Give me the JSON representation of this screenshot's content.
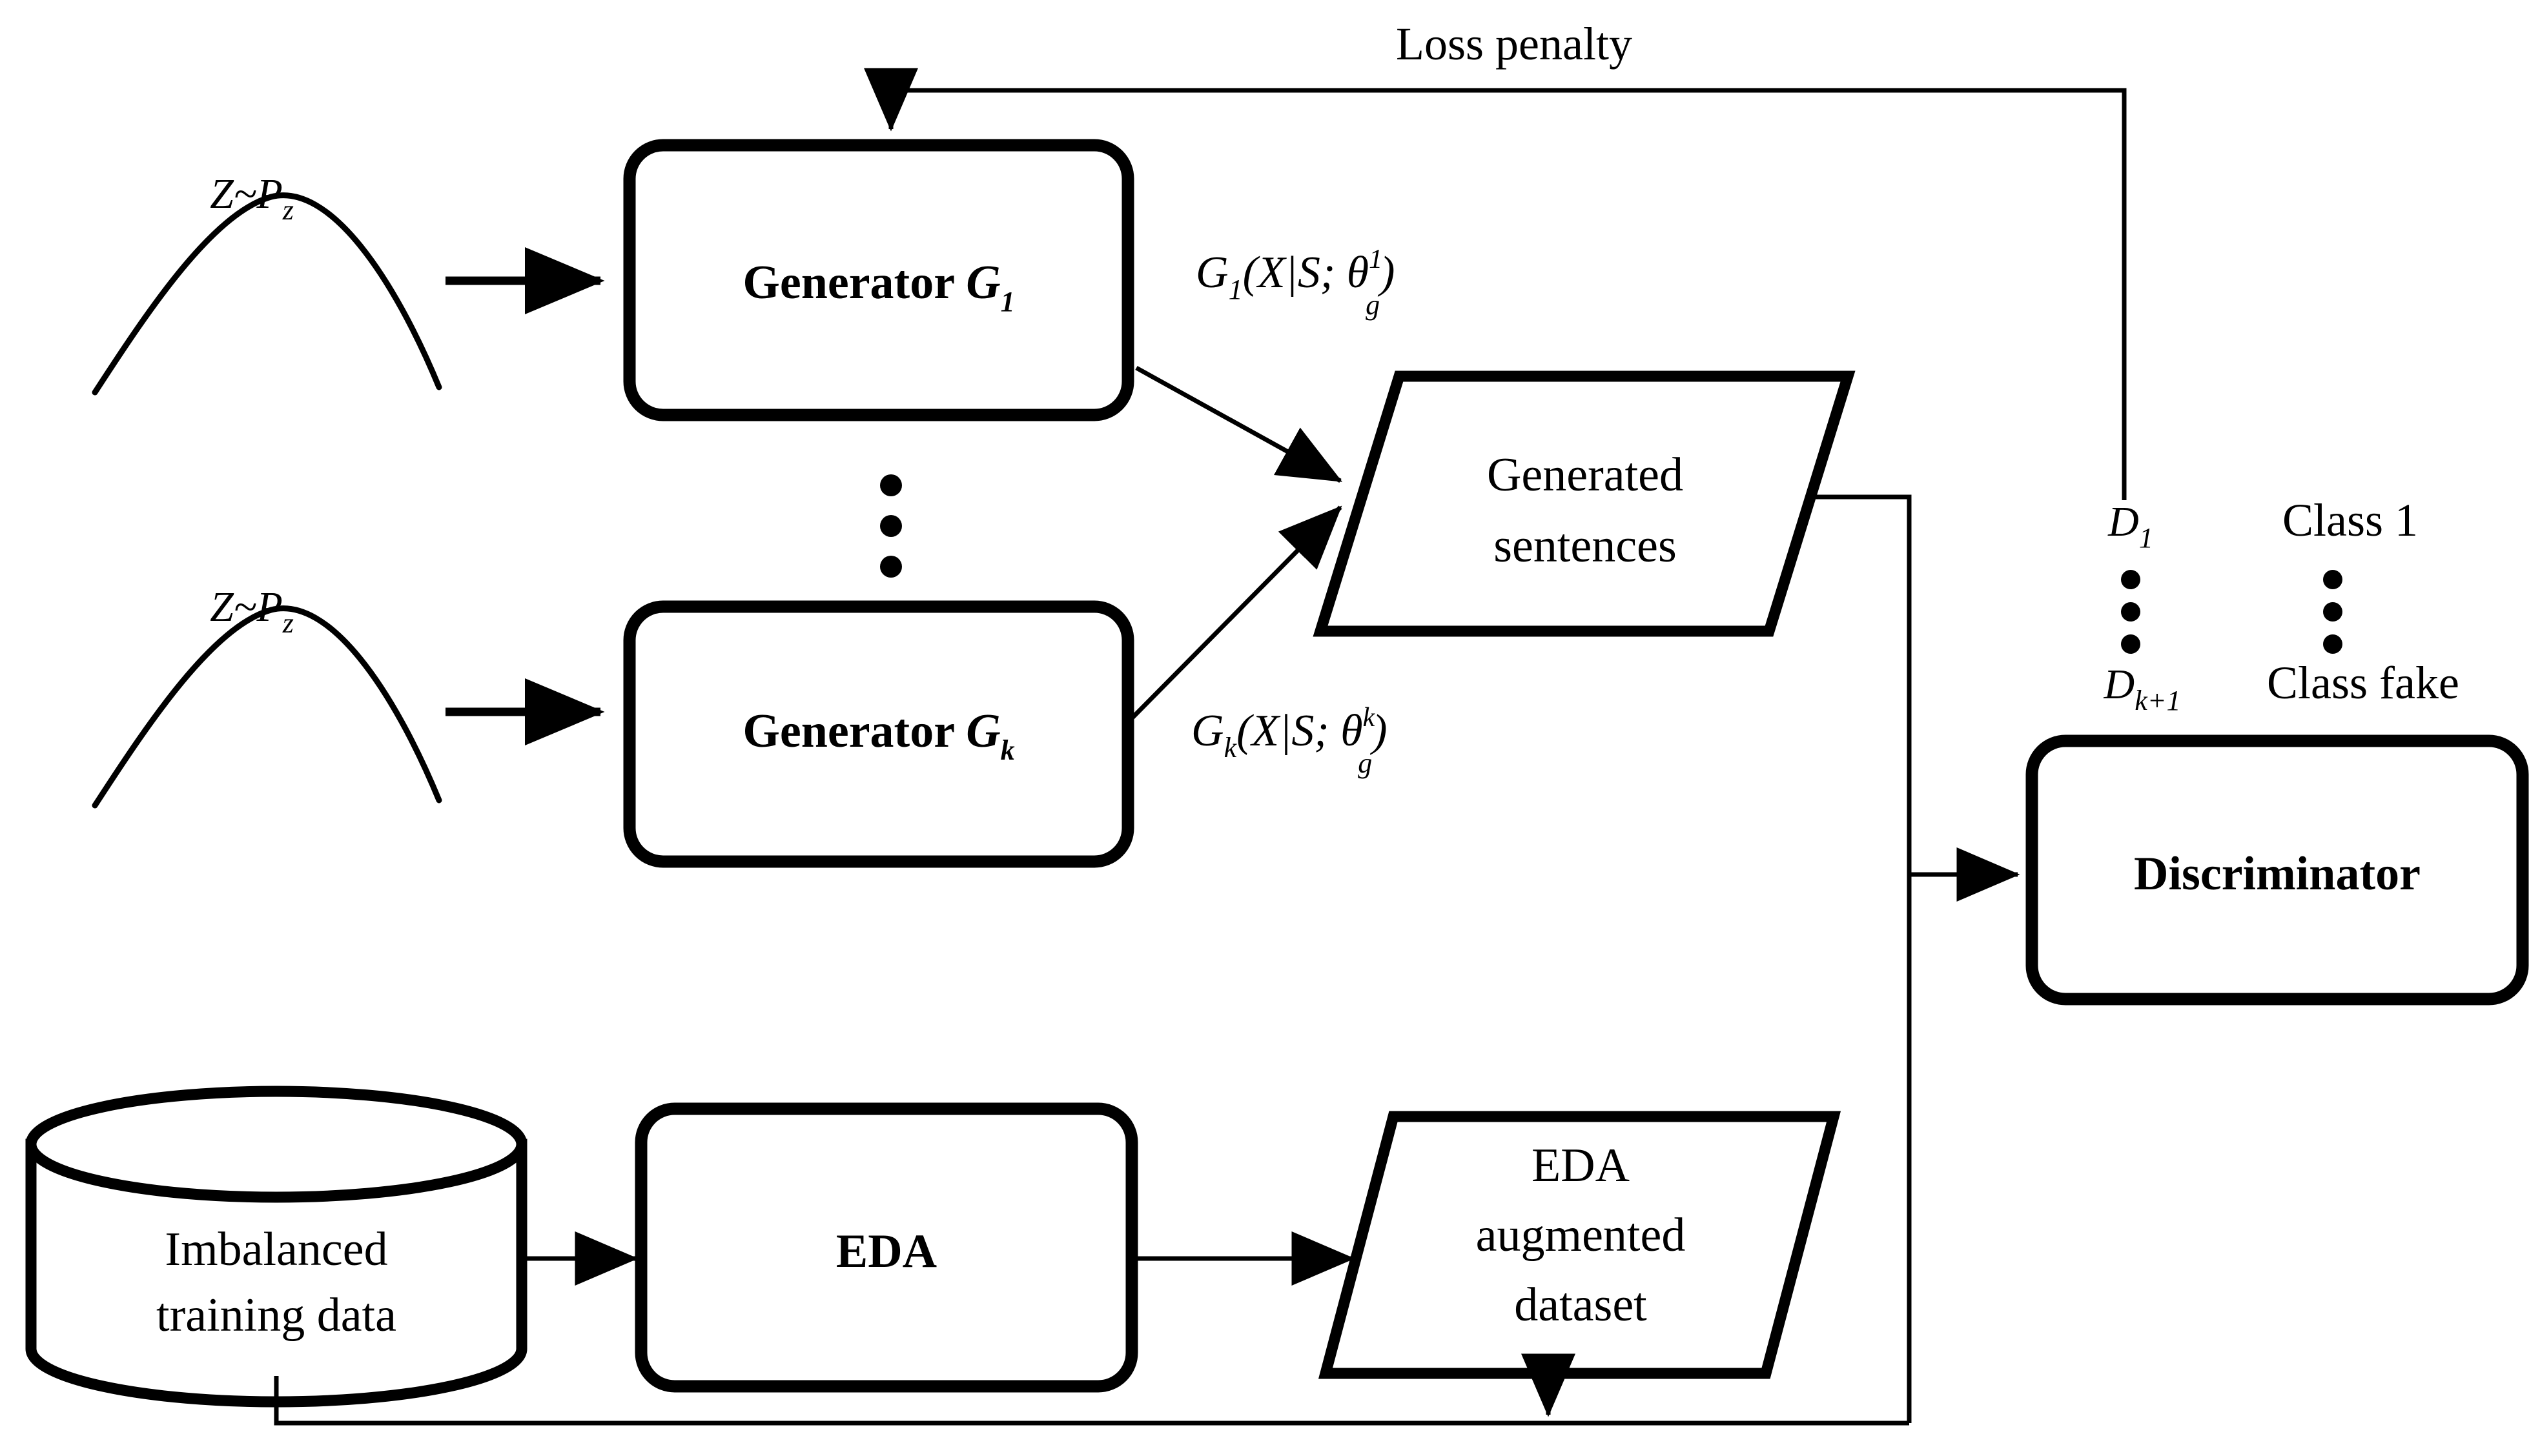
{
  "figure": {
    "title": "Multi-generator GAN with EDA augmentation",
    "background_color": "#ffffff",
    "stroke_color": "#000000"
  },
  "nodes": {
    "noise_top": {
      "label": "Z~P",
      "label_sub": "z",
      "shape": "bell-curve"
    },
    "noise_bottom": {
      "label": "Z~P",
      "label_sub": "z",
      "shape": "bell-curve"
    },
    "generator_1": {
      "label": "Generator ",
      "label_math": "G",
      "label_sub": "1",
      "shape": "rounded-rectangle"
    },
    "generator_k": {
      "label": "Generator ",
      "label_math": "G",
      "label_sub": "k",
      "shape": "rounded-rectangle"
    },
    "generated_sentences": {
      "line1": "Generated",
      "line2": "sentences",
      "shape": "parallelogram"
    },
    "discriminator": {
      "label": "Discriminator",
      "shape": "rounded-rectangle"
    },
    "imbalanced_data": {
      "line1": "Imbalanced",
      "line2": "training data",
      "shape": "cylinder"
    },
    "eda": {
      "label": "EDA",
      "shape": "rounded-rectangle"
    },
    "eda_augmented": {
      "line1": "EDA",
      "line2": "augmented",
      "line3": "dataset",
      "shape": "parallelogram"
    },
    "generator_ellipsis": {
      "label": "vertical-ellipsis"
    }
  },
  "edge_labels": {
    "loss_penalty": "Loss penalty",
    "g1_output": {
      "fn": "G",
      "fn_sub": "1",
      "args": "(X|S; ",
      "theta": "θ",
      "theta_sub": "g",
      "theta_sup": "1",
      "close": ")"
    },
    "gk_output": {
      "fn": "G",
      "fn_sub": "k",
      "args": "(X|S; ",
      "theta": "θ",
      "theta_sub": "g",
      "theta_sup": "k",
      "close": ")"
    }
  },
  "discriminator_outputs": {
    "rows": [
      {
        "symbol": "D",
        "symbol_sub": "1",
        "class_label": "Class 1"
      },
      {
        "symbol": "vertical-ellipsis",
        "symbol_sub": "",
        "class_label": "vertical-ellipsis"
      },
      {
        "symbol": "D",
        "symbol_sub": "k+1",
        "class_label": "Class fake"
      }
    ]
  }
}
